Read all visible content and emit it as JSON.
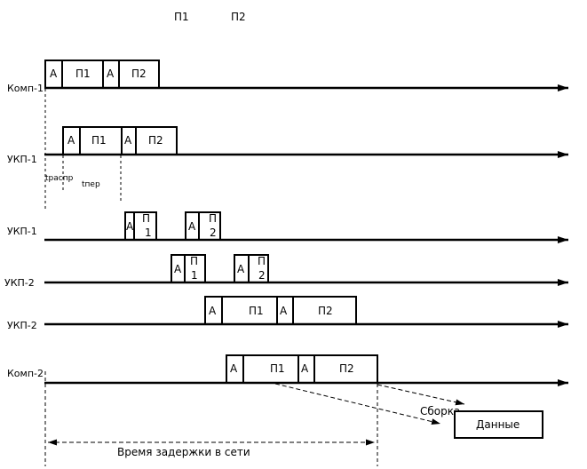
{
  "header": {
    "label_p1": "П1",
    "label_p2": "П2"
  },
  "rows": [
    {
      "label": "Комп-1"
    },
    {
      "label": "УКП-1"
    },
    {
      "label": "УКП-1"
    },
    {
      "label": "УКП-2"
    },
    {
      "label": "УКП-2"
    },
    {
      "label": "Комп-2"
    }
  ],
  "cells": {
    "a": "А",
    "p1": "П1",
    "p2": "П2",
    "p_letter": "П",
    "n1": "1",
    "n2": "2"
  },
  "annotations": {
    "t_prop": "tраспр",
    "t_trans": "tпер",
    "assembly": "Сборка",
    "data": "Данные",
    "delay": "Время задержки в сети"
  }
}
